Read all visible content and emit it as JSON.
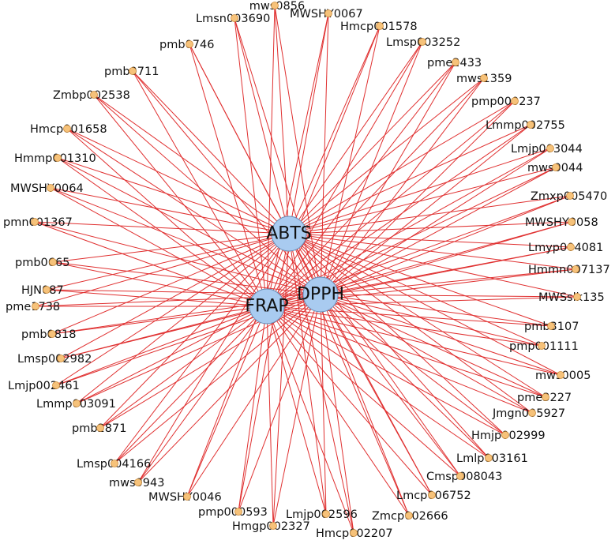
{
  "diagram": {
    "hubs": [
      {
        "id": "ABTS",
        "label": "ABTS"
      },
      {
        "id": "DPPH",
        "label": "DPPH"
      },
      {
        "id": "FRAP",
        "label": "FRAP"
      }
    ],
    "nodes": [
      {
        "label": "mws0856"
      },
      {
        "label": "Lmsn003690"
      },
      {
        "label": "MWSHY0067"
      },
      {
        "label": "Hmcp001578"
      },
      {
        "label": "pmb0746"
      },
      {
        "label": "Lmsp003252"
      },
      {
        "label": "pme2433"
      },
      {
        "label": "pmb0711"
      },
      {
        "label": "mws1359"
      },
      {
        "label": "Zmbp002538"
      },
      {
        "label": "pmp000237"
      },
      {
        "label": "Hmcp001658"
      },
      {
        "label": "Lmmp002755"
      },
      {
        "label": "Lmjp003044"
      },
      {
        "label": "Hmmp001310"
      },
      {
        "label": "mws0044"
      },
      {
        "label": "MWSHY0064"
      },
      {
        "label": "Zmxp005470"
      },
      {
        "label": "pmn001367"
      },
      {
        "label": "MWSHY0058"
      },
      {
        "label": "Lmyp004081"
      },
      {
        "label": "pmb0665"
      },
      {
        "label": "Hmmn007137"
      },
      {
        "label": "HJN087"
      },
      {
        "label": "MWSslk135"
      },
      {
        "label": "pme1738"
      },
      {
        "label": "pmb3107"
      },
      {
        "label": "pmb0818"
      },
      {
        "label": "pmp001111"
      },
      {
        "label": "Lmsp002982"
      },
      {
        "label": "mws0005"
      },
      {
        "label": "Lmjp002461"
      },
      {
        "label": "pme3227"
      },
      {
        "label": "Lmmp003091"
      },
      {
        "label": "Jmgn005927"
      },
      {
        "label": "pmb2871"
      },
      {
        "label": "Hmjp002999"
      },
      {
        "label": "Lmlp003161"
      },
      {
        "label": "Lmsp004166"
      },
      {
        "label": "Cmsp008043"
      },
      {
        "label": "mws0943"
      },
      {
        "label": "Lmcp006752"
      },
      {
        "label": "MWSHY0046"
      },
      {
        "label": "pmp000593"
      },
      {
        "label": "Lmjp002596"
      },
      {
        "label": "Zmcp002666"
      },
      {
        "label": "Hmgp002327"
      },
      {
        "label": "Hmcp002207"
      }
    ]
  }
}
